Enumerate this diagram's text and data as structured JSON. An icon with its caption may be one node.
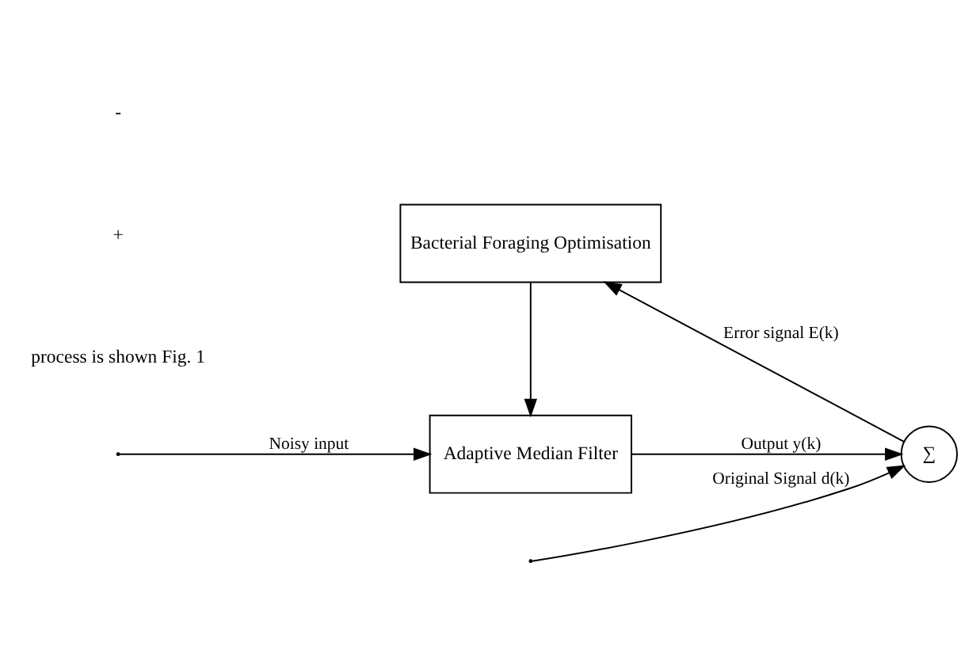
{
  "diagram": {
    "nodes": [
      {
        "text": [
          "Adaptive Median Filter"
        ]
      },
      {
        "text": [
          "∑"
        ]
      },
      {
        "text": [
          "Bacterial Foraging Optimisation"
        ]
      }
    ],
    "edges": [
      {
        "from": null,
        "to": 0,
        "arrow": "to",
        "label": "Noisy input"
      },
      {
        "from": 0,
        "to": 1,
        "arrow": "to",
        "label": "Output y(k)"
      },
      {
        "from": null,
        "to": 1,
        "arrow": "to",
        "label": "Original Signal d(k)"
      },
      {
        "from": 1,
        "to": 2,
        "arrow": "to",
        "label": "Error signal E(k)"
      },
      {
        "from": 2,
        "to": 0,
        "arrow": "to"
      }
    ],
    "labels": [
      "process is shown Fig. 1",
      "+",
      "-"
    ]
  }
}
